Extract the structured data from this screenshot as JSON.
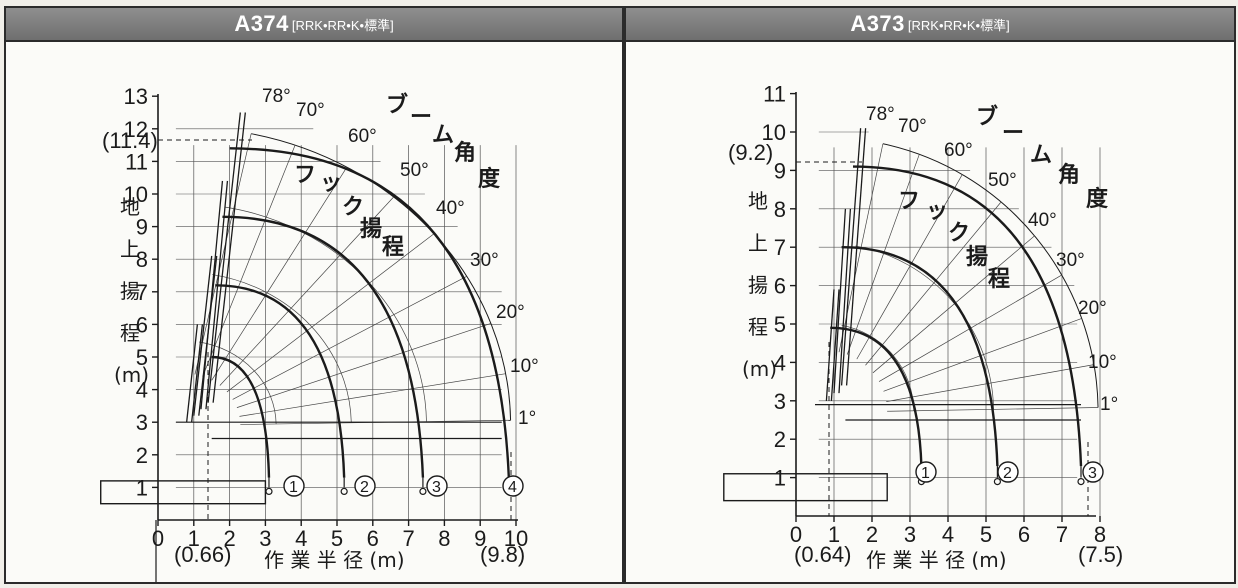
{
  "colors": {
    "header_bg": "#7d7d7d",
    "line": "#1b1b1b",
    "grid": "#444444"
  },
  "diagrams": [
    {
      "model": "A374",
      "variant": "[RRK•RR•K•標準]",
      "y_ticks": [
        "1",
        "2",
        "3",
        "4",
        "5",
        "6",
        "7",
        "8",
        "9",
        "10",
        "11",
        "12",
        "13"
      ],
      "x_ticks": [
        "0",
        "1",
        "2",
        "3",
        "4",
        "5",
        "6",
        "7",
        "8",
        "9",
        "10"
      ],
      "max_height_label": "(11.4)",
      "min_radius_label": "(0.66)",
      "max_radius_label": "(9.8)",
      "ylabel": [
        "地",
        "上",
        "揚",
        "程",
        "(m)"
      ],
      "xlabel": "作 業 半 径 (m)",
      "boom_label": [
        "ブ",
        "ー",
        "ム",
        "角",
        "度"
      ],
      "hook_label": [
        "フ",
        "ッ",
        "ク",
        "揚",
        "程"
      ],
      "angles": [
        "78°",
        "70°",
        "60°",
        "50°",
        "40°",
        "30°",
        "20°",
        "10°",
        "1°"
      ],
      "hooks": [
        "1",
        "2",
        "3",
        "4"
      ]
    },
    {
      "model": "A373",
      "variant": "[RRK•RR•K•標準]",
      "y_ticks": [
        "1",
        "2",
        "3",
        "4",
        "5",
        "6",
        "7",
        "8",
        "9",
        "10",
        "11"
      ],
      "x_ticks": [
        "0",
        "1",
        "2",
        "3",
        "4",
        "5",
        "6",
        "7",
        "8"
      ],
      "max_height_label": "(9.2)",
      "min_radius_label": "(0.64)",
      "max_radius_label": "(7.5)",
      "ylabel": [
        "地",
        "上",
        "揚",
        "程",
        "(m)"
      ],
      "xlabel": "作 業 半 径 (m)",
      "boom_label": [
        "ブ",
        "ー",
        "ム",
        "角",
        "度"
      ],
      "hook_label": [
        "フ",
        "ッ",
        "ク",
        "揚",
        "程"
      ],
      "angles": [
        "78°",
        "70°",
        "60°",
        "50°",
        "40°",
        "30°",
        "20°",
        "10°",
        "1°"
      ],
      "hooks": [
        "1",
        "2",
        "3"
      ]
    }
  ]
}
